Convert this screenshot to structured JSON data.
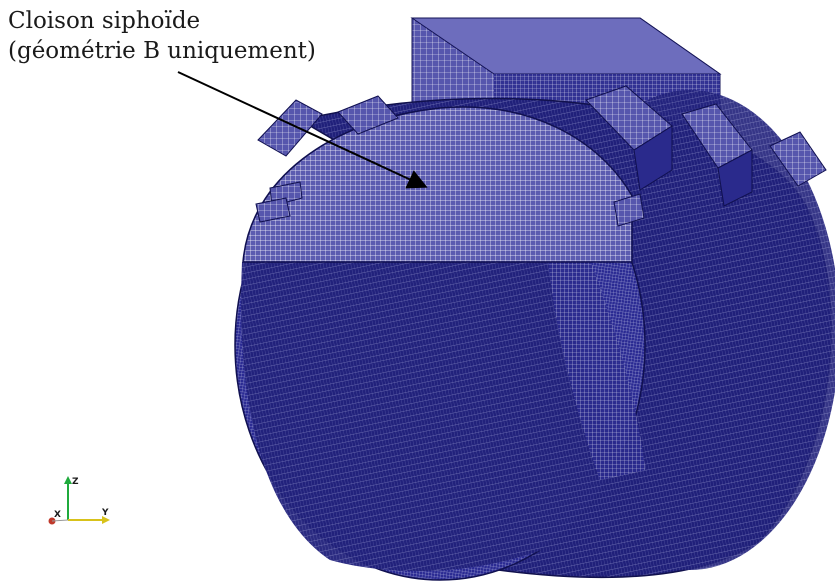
{
  "annotation": {
    "line1": "Cloison siphoïde",
    "line2": "(géométrie B uniquement)"
  },
  "axes": {
    "z_label": "Z",
    "y_label": "Y",
    "x_label": "X"
  },
  "colors": {
    "mesh": "#1f1f85",
    "mesh_dark": "#12124f",
    "mesh_light": "#4a4aa8",
    "arrow": "#000000",
    "axis_z": "#1faa3c",
    "axis_y": "#d8c21a",
    "axis_x": "#c0392b"
  }
}
